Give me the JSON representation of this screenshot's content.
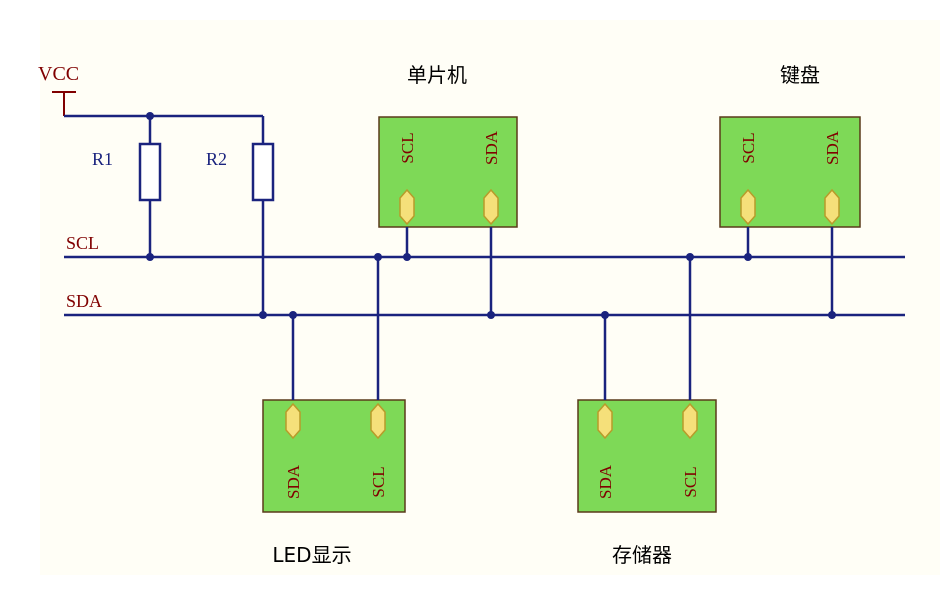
{
  "power": {
    "label": "VCC",
    "color": "#800000"
  },
  "resistors": [
    {
      "id": "r1",
      "label": "R1"
    },
    {
      "id": "r2",
      "label": "R2"
    }
  ],
  "buses": [
    {
      "id": "scl",
      "label": "SCL"
    },
    {
      "id": "sda",
      "label": "SDA"
    }
  ],
  "devices": [
    {
      "id": "mcu",
      "name": "单片机",
      "pins": [
        "SCL",
        "SDA"
      ]
    },
    {
      "id": "keyboard",
      "name": "键盘",
      "pins": [
        "SCL",
        "SDA"
      ]
    },
    {
      "id": "led",
      "name": "LED显示",
      "pins": [
        "SDA",
        "SCL"
      ]
    },
    {
      "id": "memory",
      "name": "存储器",
      "pins": [
        "SDA",
        "SCL"
      ]
    }
  ],
  "colors": {
    "wire": "#1a237e",
    "label": "#800000",
    "chip_fill": "#7ed957",
    "chip_border": "#5a3a1a",
    "pin_fill": "#f5e07a",
    "pin_stroke": "#b89b2a",
    "background": "#ffffff",
    "panel": "#fffef6"
  }
}
